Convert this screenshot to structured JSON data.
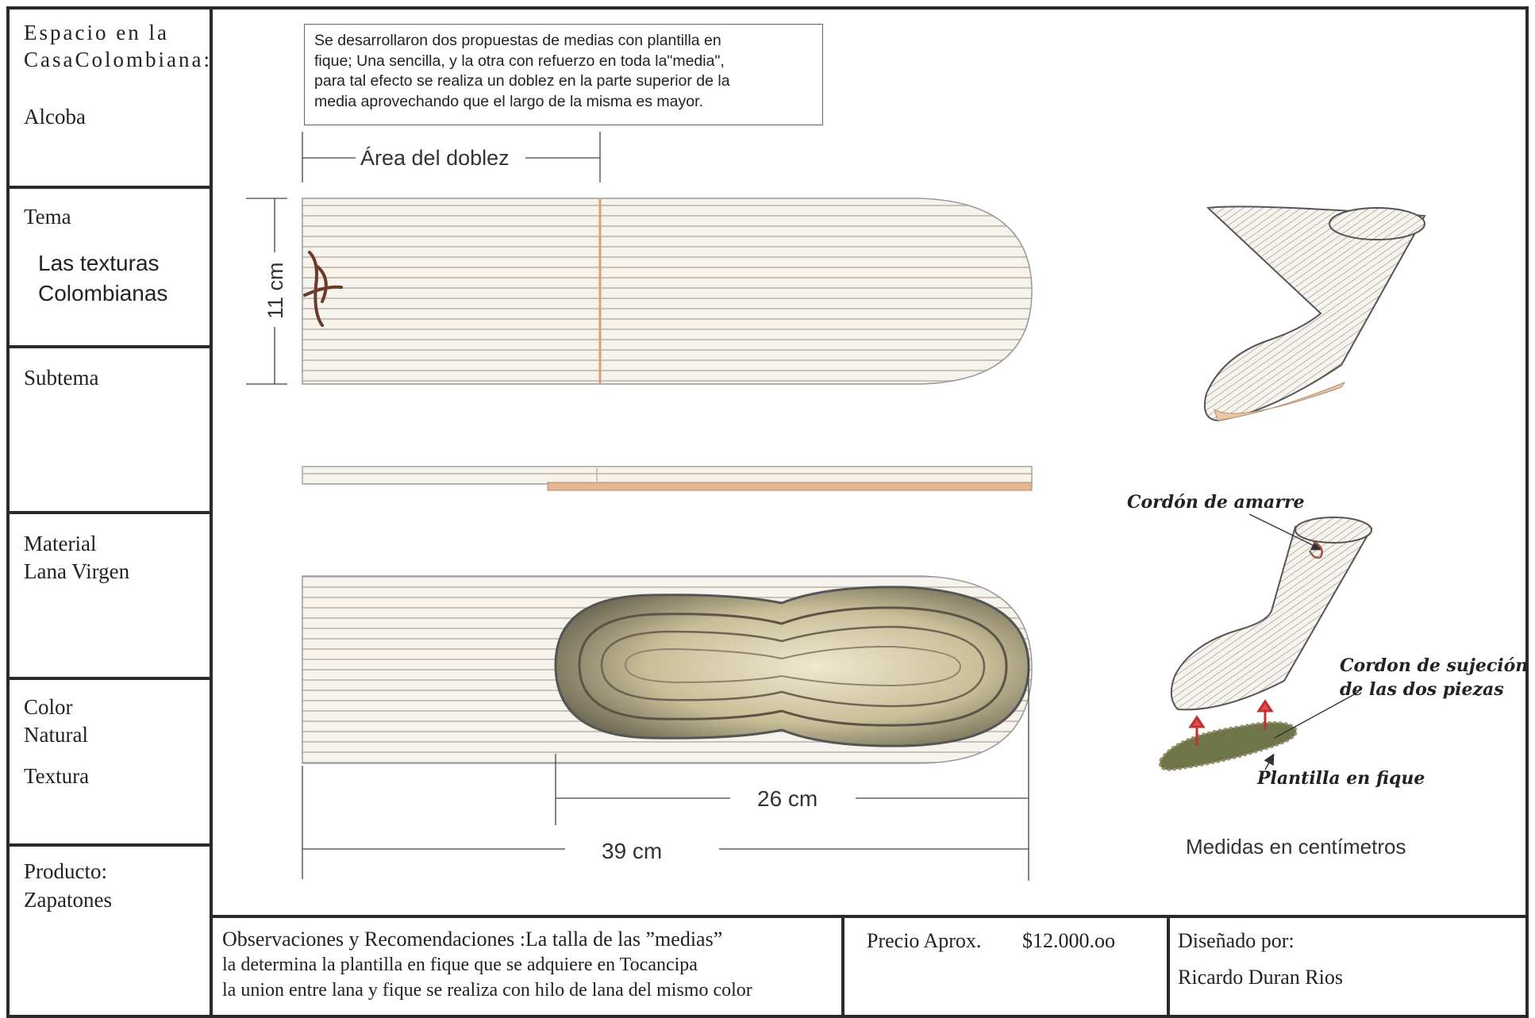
{
  "sidebar": {
    "espacio_label": "Espacio en la CasaColombiana:",
    "espacio_value": "Alcoba",
    "tema_label": "Tema",
    "tema_value_line1": "Las texturas",
    "tema_value_line2": "Colombianas",
    "subtema_label": "Subtema",
    "material_label": "Material",
    "material_value": "Lana Virgen",
    "color_label": "Color",
    "color_value": "Natural",
    "textura_label": "Textura",
    "producto_label": "Producto:",
    "producto_value": "Zapatones"
  },
  "description": {
    "line1": "Se desarrollaron dos propuestas de medias con plantilla en",
    "line2": "fique;  Una sencilla, y la otra con refuerzo en toda la\"media\",",
    "line3": "para tal efecto se realiza un doblez en la parte superior de la",
    "line4": "media aprovechando que el largo de la misma es mayor."
  },
  "drawing": {
    "fold_area_label": "Área del doblez",
    "height_label": "11 cm",
    "insole_length_label": "26 cm",
    "total_length_label": "39 cm",
    "cord_tie_label": "Cordón de amarre",
    "cord_join_line1": "Cordon de sujeción",
    "cord_join_line2": "de las dos piezas",
    "insole_label": "Plantilla en fique",
    "units_note": "Medidas en centímetros",
    "colors": {
      "wool": "#f4f0ea",
      "stripe": "#c9beb4",
      "fique": "#8a8466",
      "fold_line": "#d9a07a",
      "arrow": "#e05050"
    }
  },
  "footer": {
    "observaciones_line1": "Observaciones y Recomendaciones :La talla de las ”medias”",
    "observaciones_line2": "la determina la plantilla en fique que se adquiere en Tocancipa",
    "observaciones_line3": "la union entre lana y fique se realiza con hilo de lana del mismo color",
    "precio_label": "Precio Aprox.",
    "precio_value": "$12.000.oo",
    "disenado_label": "Diseñado por:",
    "disenado_value": "Ricardo Duran Rios"
  }
}
